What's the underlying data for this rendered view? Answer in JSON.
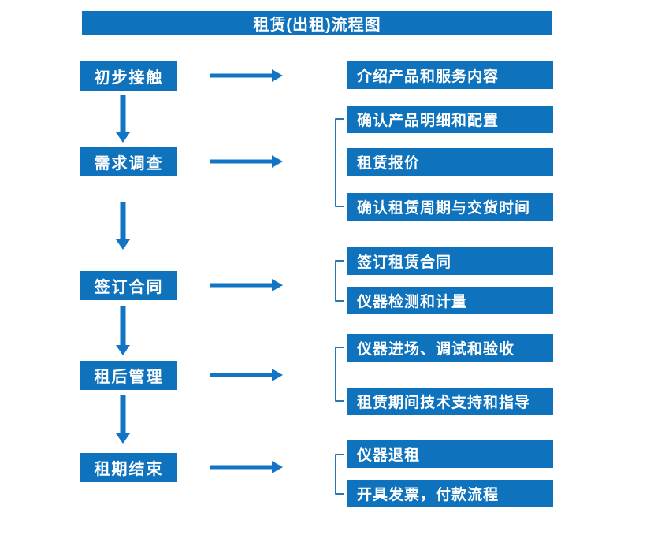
{
  "title": "租赁(出租)流程图",
  "colors": {
    "primary_blue": "#0E72BC",
    "arrow_blue": "#1274C5",
    "bracket_blue": "#2E74B5",
    "text_white": "#FFFFFF",
    "background": "#FFFFFF"
  },
  "stages": [
    {
      "label": "初步接触",
      "details": [
        "介绍产品和服务内容"
      ]
    },
    {
      "label": "需求调查",
      "details": [
        "确认产品明细和配置",
        "租赁报价",
        "确认租赁周期与交货时间"
      ]
    },
    {
      "label": "签订合同",
      "details": [
        "签订租赁合同",
        "仪器检测和计量"
      ]
    },
    {
      "label": "租后管理",
      "details": [
        "仪器进场、调试和验收",
        "租赁期间技术支持和指导"
      ]
    },
    {
      "label": "租期结束",
      "details": [
        "仪器退租",
        "开具发票，付款流程"
      ]
    }
  ]
}
